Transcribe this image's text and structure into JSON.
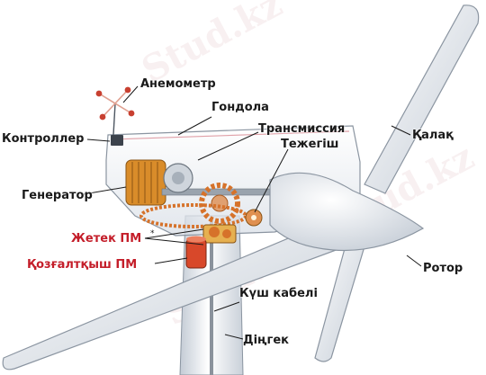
{
  "watermark": "Stud.kz - Stud.kz",
  "labels": {
    "anemometer": "Анемометр",
    "nacelle": "Гондола",
    "controller": "Контроллер",
    "transmission": "Трансмиссия",
    "brake": "Тежегіш",
    "blade": "Қалақ",
    "generator": "Генератор",
    "yaw_drive": "Жетек ПМ",
    "yaw_motor": "Қозғалтқыш ПМ",
    "rotor": "Ротор",
    "power_cable": "Күш кабелі",
    "tower": "Діңгек"
  },
  "colors": {
    "label_red": "#c41e2a",
    "label_dark": "#1a1a1a",
    "shell": "#e9eef3",
    "generator": "#d98c2a",
    "gear": "#d6722a",
    "motor": "#d8482a"
  }
}
